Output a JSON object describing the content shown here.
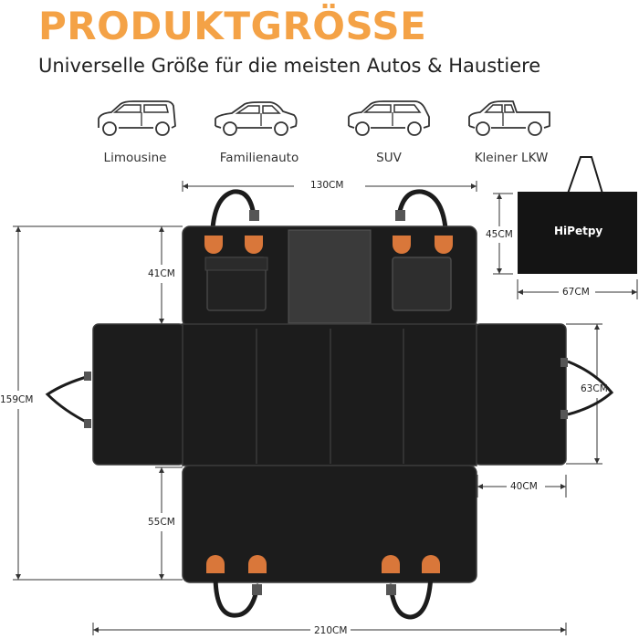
{
  "header": {
    "title": "PRODUKTGRÖSSE",
    "subtitle": "Universelle Größe für die meisten Autos & Haustiere"
  },
  "vehicles": [
    {
      "label": "Limousine",
      "icon": "hatchback-car-icon"
    },
    {
      "label": "Familienauto",
      "icon": "sedan-car-icon"
    },
    {
      "label": "SUV",
      "icon": "suv-car-icon"
    },
    {
      "label": "Kleiner LKW",
      "icon": "pickup-truck-icon"
    }
  ],
  "dimensions": {
    "top_width": "130CM",
    "backrest_height": "41CM",
    "total_height": "159CM",
    "side_flap_height": "63CM",
    "side_flap_width": "40CM",
    "seat_depth": "55CM",
    "total_width": "210CM",
    "bag_height": "45CM",
    "bag_width": "67CM"
  },
  "bag": {
    "logo": "HiPetpy"
  },
  "colors": {
    "title": "#F4A246",
    "cover": "#1c1c1c",
    "cover_edge": "#3a3a3a",
    "leather_tab": "#D9773A",
    "line": "#333333"
  }
}
